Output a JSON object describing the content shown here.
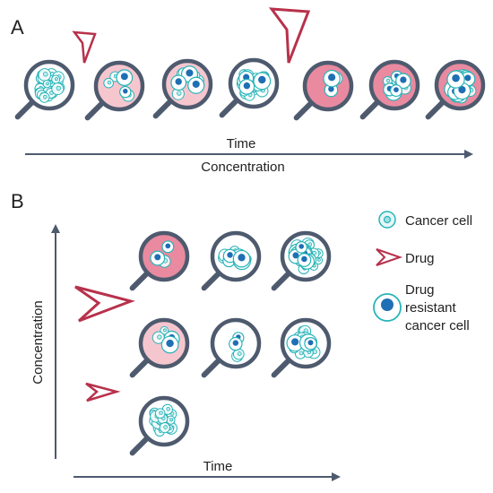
{
  "panel_a": {
    "letter": "A",
    "x_label_time": "Time",
    "x_label_concentration": "Concentration"
  },
  "panel_b": {
    "letter": "B",
    "y_label": "Concentration",
    "x_label": "Time"
  },
  "legend": {
    "cancer_cell": "Cancer cell",
    "drug": "Drug",
    "resistant_line1": "Drug",
    "resistant_line2": "resistant",
    "resistant_line3": "cancer cell"
  },
  "colors": {
    "outline": "#4e5a6e",
    "cell": "#28b4b8",
    "resistant_core": "#1f6fb4",
    "drug": "#b8314b",
    "tint_light": "#f6c6cf",
    "tint_strong": "#e98aa0",
    "arrow": "#4e5a6e"
  }
}
